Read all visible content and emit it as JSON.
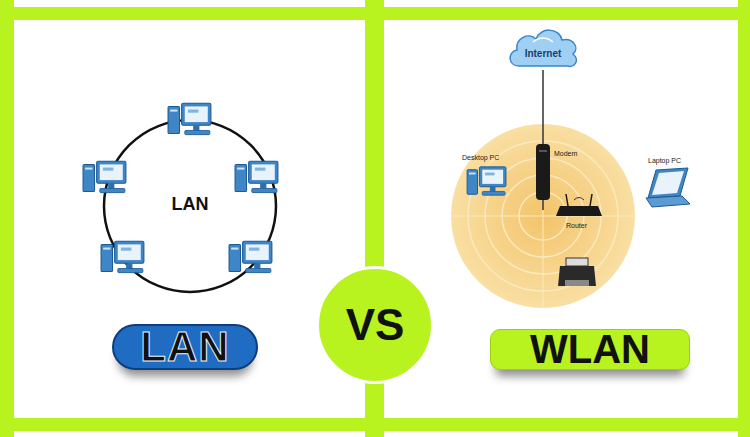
{
  "diagram": {
    "nodes": [
      {
        "text": [
          "Internet"
        ]
      },
      {
        "text": [
          "LAN"
        ]
      },
      {
        "text": [
          "VS"
        ]
      },
      {
        "text": [
          "WLAN"
        ]
      }
    ],
    "labels": [
      "LAN",
      "Modem",
      "Desktop PC",
      "Laptop PC",
      "Router"
    ]
  }
}
